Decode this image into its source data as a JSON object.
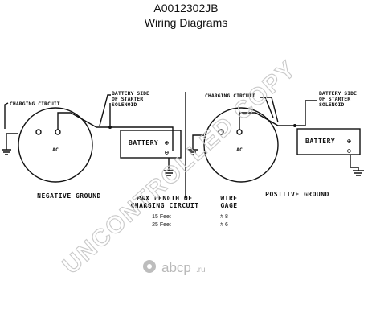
{
  "header": {
    "part_number": "A0012302JB",
    "title": "Wiring Diagrams"
  },
  "diagram": {
    "left": {
      "charging_label": "CHARGING CIRCUIT",
      "battery_side_label": [
        "BATTERY SIDE",
        "OF STARTER",
        "SOLENOID"
      ],
      "alternator_label": "AC",
      "battery_label": "BATTERY",
      "ground_label": "NEGATIVE GROUND"
    },
    "right": {
      "charging_label": "CHARGING CIRCUIT",
      "battery_side_label": [
        "BATTERY SIDE",
        "OF STARTER",
        "SOLENOID"
      ],
      "alternator_label": "AC",
      "battery_label": "BATTERY",
      "ground_label": "POSITIVE GROUND"
    },
    "table": {
      "col1_header": [
        "MAX LENGTH OF",
        "CHARGING CIRCUIT"
      ],
      "col2_header": [
        "WIRE",
        "GAGE"
      ],
      "rows": [
        {
          "length": "15 Feet",
          "gage": "# 8"
        },
        {
          "length": "25 Feet",
          "gage": "# 6"
        }
      ]
    }
  },
  "watermark": {
    "text": "UNCONTROLLED COPY",
    "logo": "abcp",
    "logo_suffix": ".ru"
  }
}
